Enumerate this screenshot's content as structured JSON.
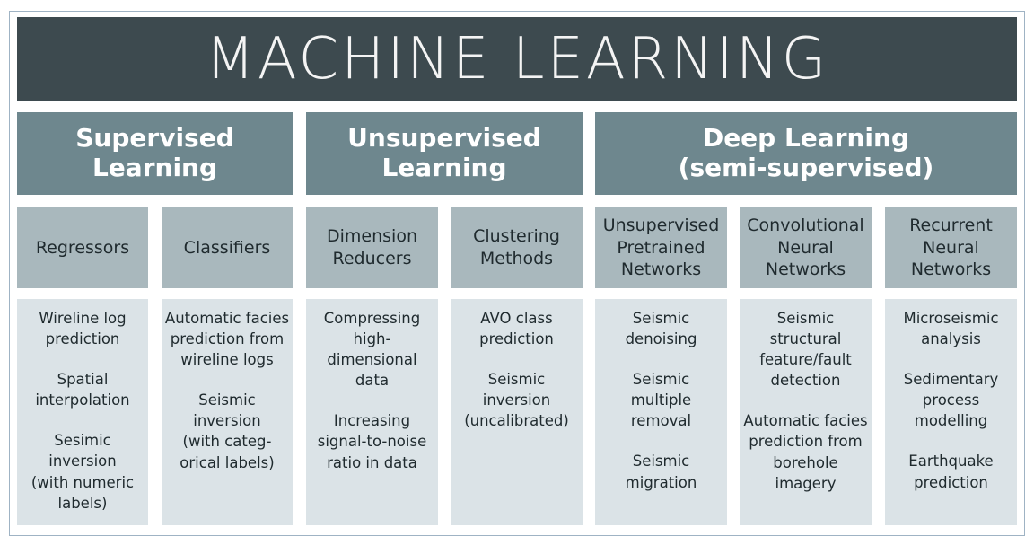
{
  "title": "MACHINE LEARNING",
  "categories": [
    {
      "label": "Supervised\nLearning"
    },
    {
      "label": "Unsupervised\nLearning"
    },
    {
      "label": "Deep Learning\n(semi-supervised)"
    }
  ],
  "subcategories": [
    {
      "label": "Regressors",
      "items": [
        "Wireline log\nprediction",
        "Spatial\ninterpolation",
        "Sesimic\ninversion\n(with numeric\nlabels)"
      ]
    },
    {
      "label": "Classifiers",
      "items": [
        "Automatic facies\nprediction from\nwireline logs",
        "Seismic\ninversion\n(with categ-\norical labels)"
      ]
    },
    {
      "label": "Dimension\nReducers",
      "items": [
        "Compressing\nhigh-\ndimensional\ndata",
        "Increasing\nsignal-to-noise\nratio in data"
      ]
    },
    {
      "label": "Clustering\nMethods",
      "items": [
        "AVO class\nprediction",
        "Seismic\ninversion\n(uncalibrated)"
      ]
    },
    {
      "label": "Unsupervised\nPretrained\nNetworks",
      "items": [
        "Seismic\ndenoising",
        "Seismic\nmultiple\nremoval",
        "Seismic\nmigration"
      ]
    },
    {
      "label": "Convolutional\nNeural\nNetworks",
      "items": [
        "Seismic\nstructural\nfeature/fault\ndetection",
        "Automatic facies\nprediction from\nborehole\nimagery"
      ]
    },
    {
      "label": "Recurrent\nNeural\nNetworks",
      "items": [
        "Microseismic\nanalysis",
        "Sedimentary\nprocess\nmodelling",
        "Earthquake\nprediction"
      ]
    }
  ]
}
